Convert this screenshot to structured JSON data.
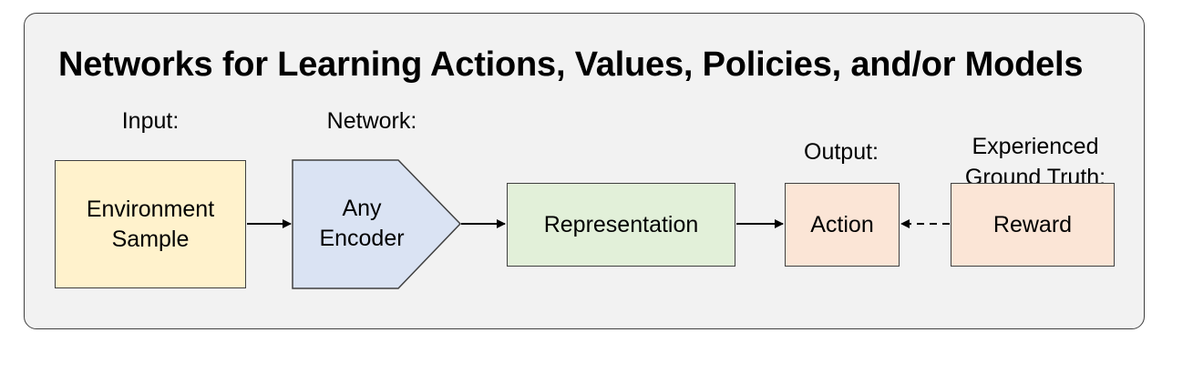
{
  "title": "Networks for Learning Actions, Values, Policies, and/or Models",
  "labels": {
    "input": "Input:",
    "network": "Network:",
    "output": "Output:",
    "ground_truth": "Experienced\nGround Truth:"
  },
  "nodes": {
    "environment_sample": "Environment\nSample",
    "encoder": "Any\nEncoder",
    "representation": "Representation",
    "action": "Action",
    "reward": "Reward"
  },
  "colors": {
    "panel": "#f2f2f2",
    "border": "#404040",
    "environment_sample": "#fff2cc",
    "encoder": "#dae3f3",
    "representation": "#e2f0d9",
    "action": "#fbe5d6",
    "reward": "#fbe5d6"
  }
}
